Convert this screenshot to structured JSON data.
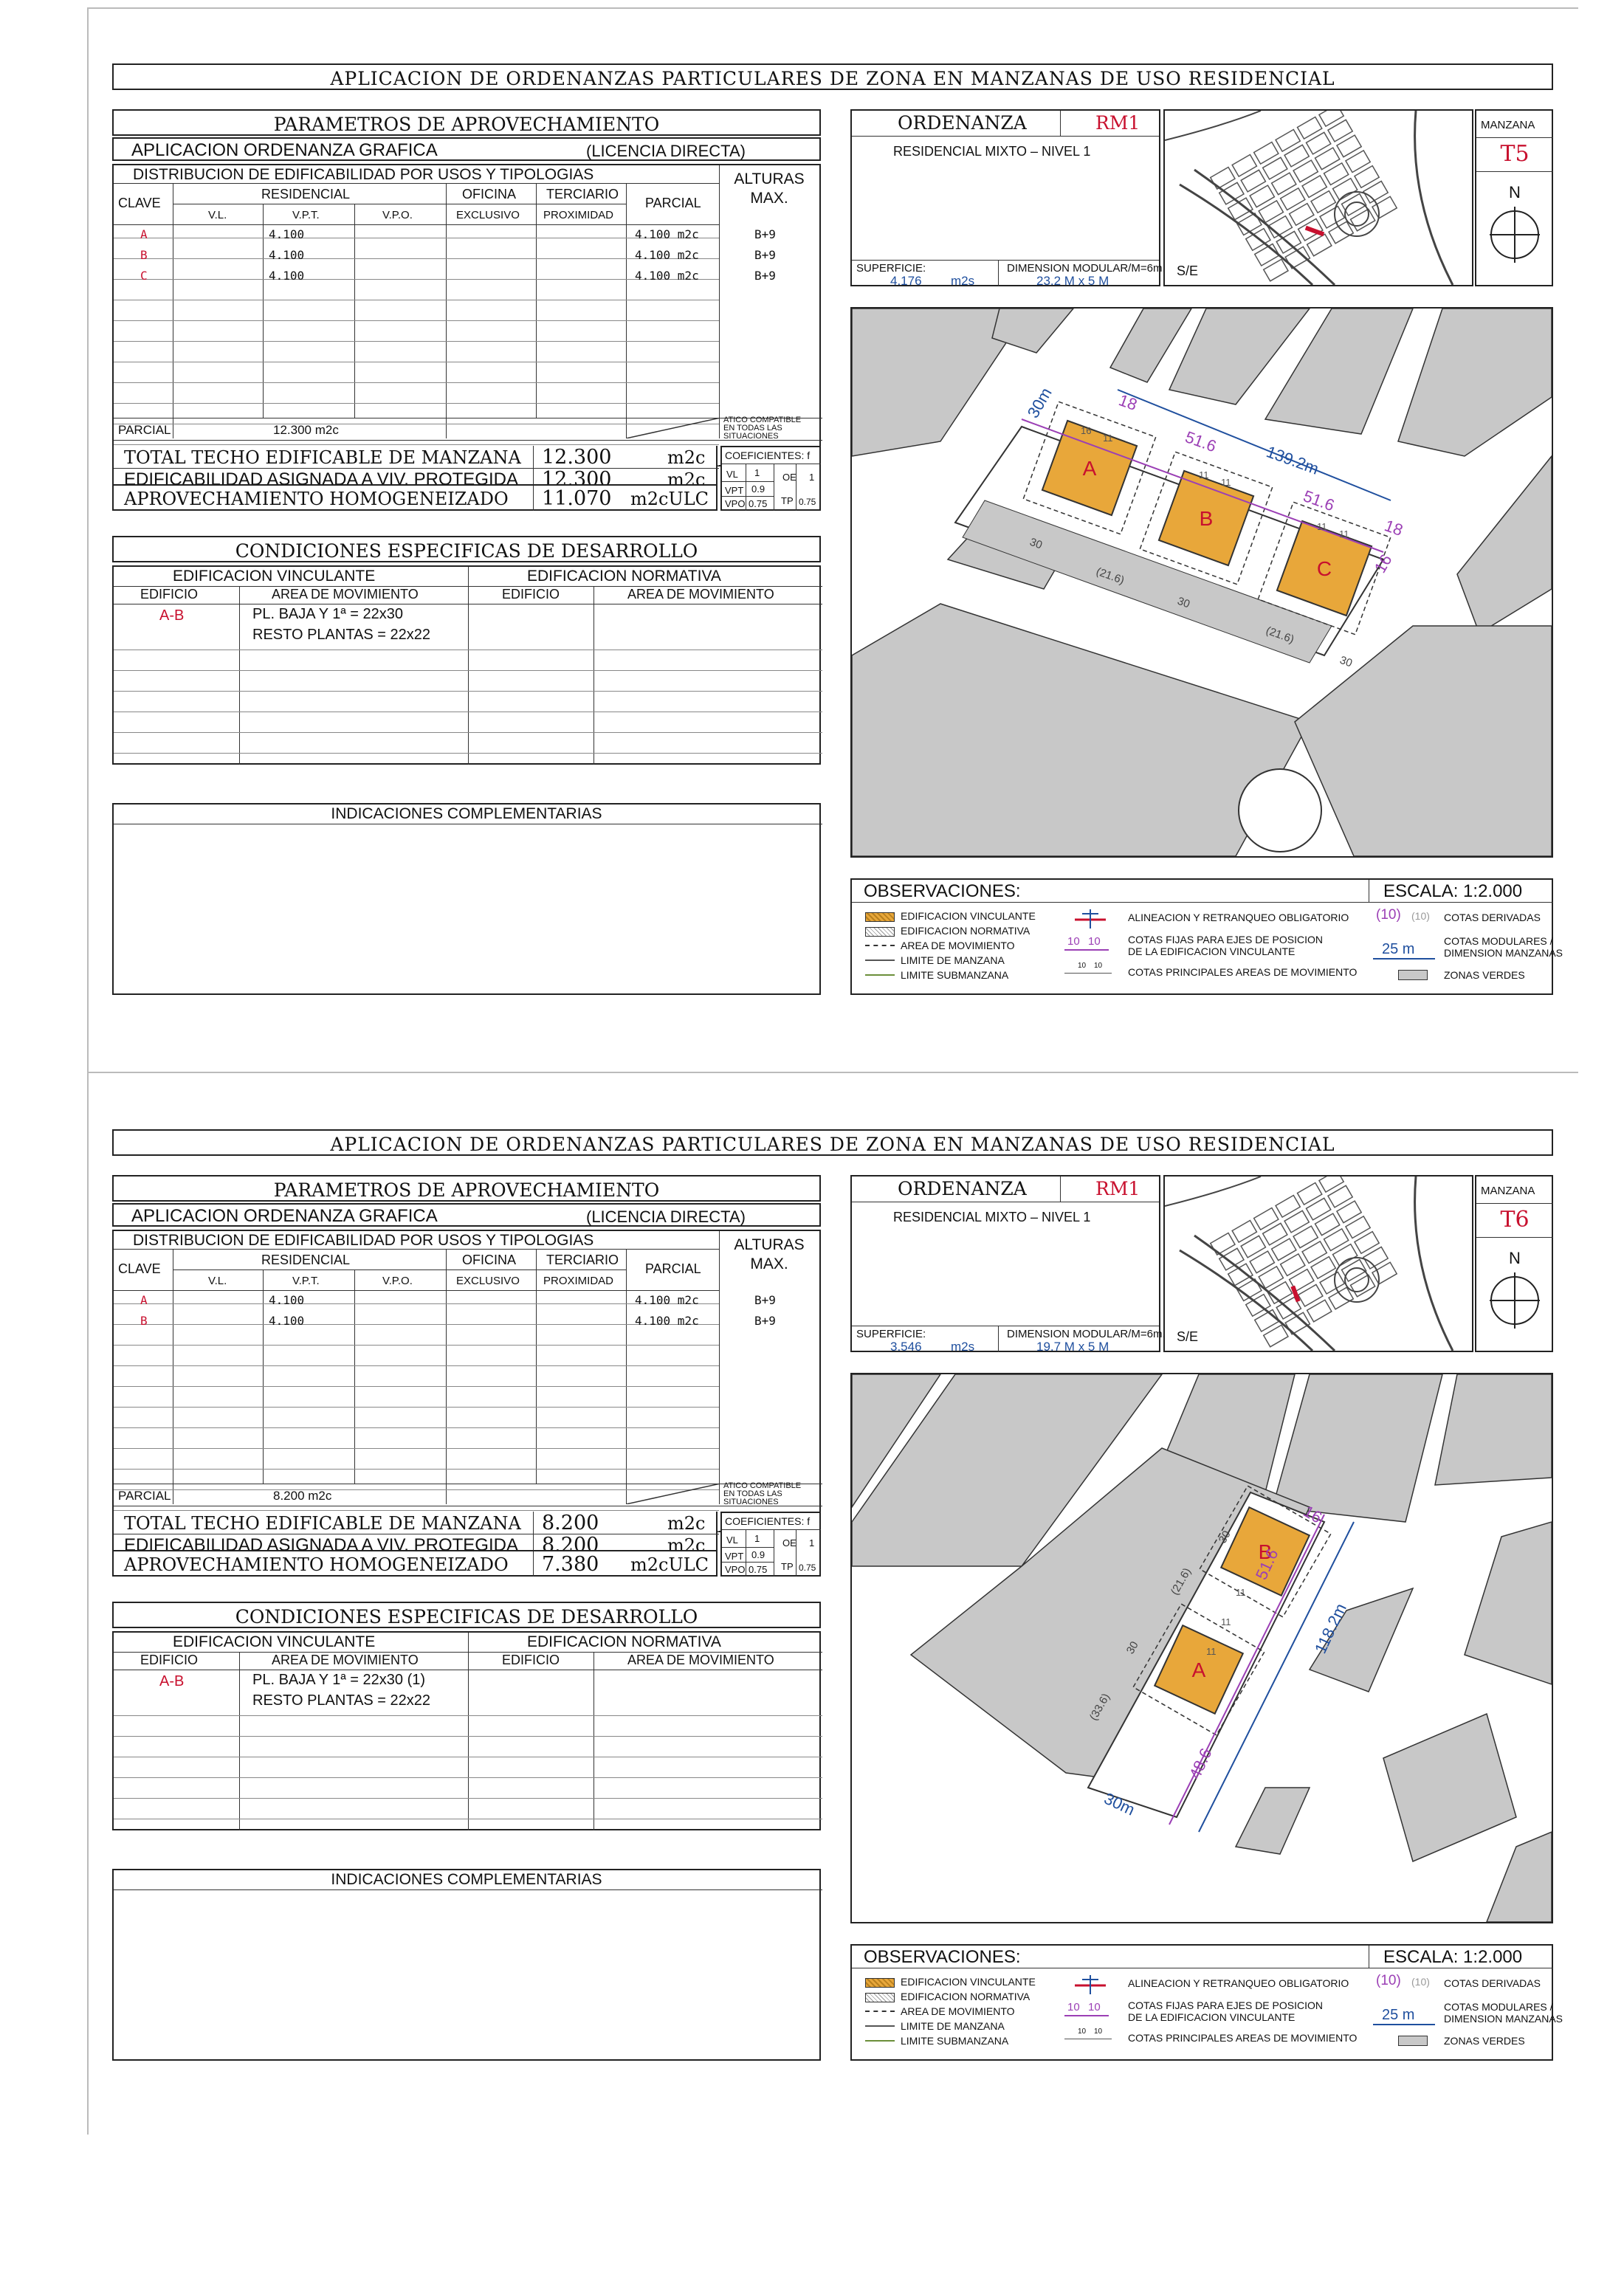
{
  "sheets": [
    {
      "title": "APLICACION  DE  ORDENANZAS  PARTICULARES  DE  ZONA  EN  MANZANAS  DE  USO  RESIDENCIAL",
      "params_title": "PARAMETROS  DE  APROVECHAMIENTO",
      "aplicacion": "APLICACION  ORDENANZA  GRAFICA",
      "licencia": "(LICENCIA  DIRECTA)",
      "distribucion": "DISTRIBUCION  DE  EDIFICABILIDAD  POR  USOS  Y  TIPOLOGIAS",
      "h_clave": "CLAVE",
      "h_residencial": "RESIDENCIAL",
      "h_oficina": "OFICINA",
      "h_terciario": "TERCIARIO",
      "h_parcial": "PARCIAL",
      "h_alturas": "ALTURAS",
      "h_max": "MAX.",
      "h_vl": "V.L.",
      "h_vpt": "V.P.T.",
      "h_vpo": "V.P.O.",
      "h_exclusivo": "EXCLUSIVO",
      "h_proximidad": "PROXIMIDAD",
      "rows": [
        {
          "clave": "A",
          "vpt": "4.100",
          "parcial": "4.100  m2c",
          "altura": "B+9"
        },
        {
          "clave": "B",
          "vpt": "4.100",
          "parcial": "4.100  m2c",
          "altura": "B+9"
        },
        {
          "clave": "C",
          "vpt": "4.100",
          "parcial": "4.100  m2c",
          "altura": "B+9"
        }
      ],
      "parcial_label": "PARCIAL",
      "parcial_total": "12.300  m2c",
      "atico": [
        "ATICO COMPATIBLE",
        "EN TODAS LAS",
        "SITUACIONES"
      ],
      "total_label": "TOTAL  TECHO  EDIFICABLE  DE  MANZANA",
      "total_value": "12.300",
      "total_unit": "m2c",
      "vp_label": "EDIFICABILIDAD  ASIGNADA  A  VIV.  PROTEGIDA",
      "vp_value": "12.300",
      "vp_unit": "m2c",
      "ah_label": "APROVECHAMIENTO  HOMOGENEIZADO",
      "ah_value": "11.070",
      "ah_unit": "m2cULC",
      "coef_title": "COEFICIENTES: f",
      "coef_vl": "VL",
      "coef_vl_v": "1",
      "coef_oe": "OE",
      "coef_oe_v": "1",
      "coef_vpt": "VPT",
      "coef_vpt_v": "0.9",
      "coef_vpo": "VPO",
      "coef_vpo_v": "0.75",
      "coef_tp": "TP",
      "coef_tp_v": "0.75",
      "cond_title": "CONDICIONES  ESPECIFICAS  DE  DESARROLLO",
      "ev": "EDIFICACION  VINCULANTE",
      "en": "EDIFICACION  NORMATIVA",
      "h_edificio": "EDIFICIO",
      "h_area": "AREA  DE  MOVIMIENTO",
      "cond_edif": "A-B",
      "cond_area1": "PL. BAJA Y 1ª  =  22x30",
      "cond_area2": "RESTO PLANTAS  =  22x22",
      "indic_title": "INDICACIONES  COMPLEMENTARIAS",
      "ord_label": "ORDENANZA",
      "ord_code": "RM1",
      "ord_desc": "RESIDENCIAL  MIXTO  –  NIVEL  1",
      "sup_label": "SUPERFICIE:",
      "sup_value": "4.176",
      "sup_unit": "m2s",
      "dim_label": "DIMENSION  MODULAR/M=6m.",
      "dim_value": "23.2  M  x  5  M",
      "manzana_label": "MANZANA",
      "manzana_code": "T5",
      "north": "N",
      "se": "S/E",
      "obs_title": "OBSERVACIONES:",
      "escala": "ESCALA:   1:2.000",
      "legend_left": [
        "EDIFICACION VINCULANTE",
        "EDIFICACION NORMATIVA",
        "AREA DE MOVIMIENTO",
        "LIMITE DE MANZANA",
        "LIMITE SUBMANZANA"
      ],
      "legend_mid": [
        "ALINEACION Y RETRANQUEO OBLIGATORIO",
        "COTAS FIJAS PARA EJES DE POSICION",
        "DE LA EDIFICACION VINCULANTE",
        "COTAS PRINCIPALES AREAS DE MOVIMIENTO"
      ],
      "legend_mid_sym": [
        "10",
        "10",
        "10",
        "10",
        "10",
        "10",
        "10",
        "10"
      ],
      "legend_right": [
        "COTAS DERIVADAS",
        "COTAS MODULARES /",
        "DIMENSION MANZANAS",
        "ZONAS VERDES"
      ],
      "legend_right_sym": [
        "(10)",
        "(10)",
        "25  m"
      ],
      "plan_labels": [
        "A",
        "B",
        "C"
      ],
      "plan_dims": [
        "30m",
        "18",
        "51.6",
        "139.2m",
        "51.6",
        "18",
        "16",
        "11",
        "11",
        "11",
        "11",
        "11",
        "11",
        "16",
        "30",
        "(21.6)",
        "30",
        "(21.6)",
        "30"
      ]
    },
    {
      "title": "APLICACION  DE  ORDENANZAS  PARTICULARES  DE  ZONA  EN  MANZANAS  DE  USO  RESIDENCIAL",
      "params_title": "PARAMETROS  DE  APROVECHAMIENTO",
      "aplicacion": "APLICACION  ORDENANZA  GRAFICA",
      "licencia": "(LICENCIA  DIRECTA)",
      "distribucion": "DISTRIBUCION  DE  EDIFICABILIDAD  POR  USOS  Y  TIPOLOGIAS",
      "h_clave": "CLAVE",
      "h_residencial": "RESIDENCIAL",
      "h_oficina": "OFICINA",
      "h_terciario": "TERCIARIO",
      "h_parcial": "PARCIAL",
      "h_alturas": "ALTURAS",
      "h_max": "MAX.",
      "h_vl": "V.L.",
      "h_vpt": "V.P.T.",
      "h_vpo": "V.P.O.",
      "h_exclusivo": "EXCLUSIVO",
      "h_proximidad": "PROXIMIDAD",
      "rows": [
        {
          "clave": "A",
          "vpt": "4.100",
          "parcial": "4.100  m2c",
          "altura": "B+9"
        },
        {
          "clave": "B",
          "vpt": "4.100",
          "parcial": "4.100  m2c",
          "altura": "B+9"
        }
      ],
      "parcial_label": "PARCIAL",
      "parcial_total": "8.200  m2c",
      "atico": [
        "ATICO COMPATIBLE",
        "EN TODAS LAS",
        "SITUACIONES"
      ],
      "total_label": "TOTAL  TECHO  EDIFICABLE  DE  MANZANA",
      "total_value": "8.200",
      "total_unit": "m2c",
      "vp_label": "EDIFICABILIDAD  ASIGNADA  A  VIV.  PROTEGIDA",
      "vp_value": "8.200",
      "vp_unit": "m2c",
      "ah_label": "APROVECHAMIENTO  HOMOGENEIZADO",
      "ah_value": "7.380",
      "ah_unit": "m2cULC",
      "coef_title": "COEFICIENTES: f",
      "coef_vl": "VL",
      "coef_vl_v": "1",
      "coef_oe": "OE",
      "coef_oe_v": "1",
      "coef_vpt": "VPT",
      "coef_vpt_v": "0.9",
      "coef_vpo": "VPO",
      "coef_vpo_v": "0.75",
      "coef_tp": "TP",
      "coef_tp_v": "0.75",
      "cond_title": "CONDICIONES  ESPECIFICAS  DE  DESARROLLO",
      "ev": "EDIFICACION  VINCULANTE",
      "en": "EDIFICACION  NORMATIVA",
      "h_edificio": "EDIFICIO",
      "h_area": "AREA  DE  MOVIMIENTO",
      "cond_edif": "A-B",
      "cond_area1": "PL. BAJA Y 1ª  =  22x30  (1)",
      "cond_area2": "RESTO PLANTAS  =  22x22",
      "indic_title": "INDICACIONES  COMPLEMENTARIAS",
      "ord_label": "ORDENANZA",
      "ord_code": "RM1",
      "ord_desc": "RESIDENCIAL  MIXTO  –  NIVEL  1",
      "sup_label": "SUPERFICIE:",
      "sup_value": "3.546",
      "sup_unit": "m2s",
      "dim_label": "DIMENSION  MODULAR/M=6m.",
      "dim_value": "19.7  M  x  5  M",
      "manzana_label": "MANZANA",
      "manzana_code": "T6",
      "north": "N",
      "se": "S/E",
      "obs_title": "OBSERVACIONES:",
      "escala": "ESCALA:   1:2.000",
      "legend_left": [
        "EDIFICACION VINCULANTE",
        "EDIFICACION NORMATIVA",
        "AREA DE MOVIMIENTO",
        "LIMITE DE MANZANA",
        "LIMITE SUBMANZANA"
      ],
      "legend_mid": [
        "ALINEACION Y RETRANQUEO OBLIGATORIO",
        "COTAS FIJAS PARA EJES DE POSICION",
        "DE LA EDIFICACION VINCULANTE",
        "COTAS PRINCIPALES AREAS DE MOVIMIENTO"
      ],
      "legend_mid_sym": [
        "10",
        "10",
        "10",
        "10",
        "10",
        "10",
        "10",
        "10"
      ],
      "legend_right": [
        "COTAS DERIVADAS",
        "COTAS MODULARES /",
        "DIMENSION MANZANAS",
        "ZONAS VERDES"
      ],
      "legend_right_sym": [
        "(10)",
        "(10)",
        "25  m"
      ],
      "plan_labels": [
        "A",
        "B"
      ],
      "plan_dims": [
        "16",
        "30",
        "(21.6)",
        "30",
        "(33.6)",
        "11",
        "11",
        "11",
        "51.6",
        "118.2m",
        "48.6",
        "30m"
      ]
    }
  ],
  "colors": {
    "vinculante": "#e8a73a",
    "red": "#c8102e",
    "blue": "#1f4f9e",
    "purple": "#9b3fb5",
    "green": "#6b8f3a",
    "gray": "#c8c8c8"
  }
}
